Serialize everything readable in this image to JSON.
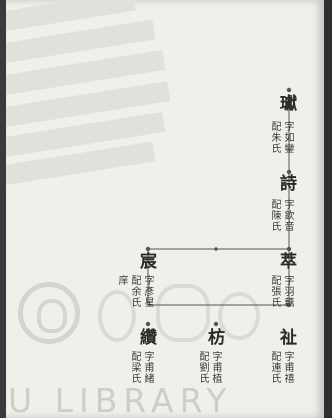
{
  "genealogy": {
    "nodes": {
      "huan": {
        "name": "瓛",
        "note": [
          "字如鑾",
          "配朱氏"
        ]
      },
      "shi": {
        "name": "詩",
        "note": [
          "字欽音",
          "配陳氏"
        ]
      },
      "cui": {
        "name": "萃",
        "note": [
          "字羽藕",
          "配張氏"
        ]
      },
      "chen": {
        "name": "宸",
        "note": [
          "字彥星",
          "配余氏",
          "庠"
        ]
      },
      "zuan": {
        "name": "纘",
        "note": [
          "字甫緒",
          "配梁氏"
        ]
      },
      "fang": {
        "name": "枋",
        "note": [
          "字甫植",
          "配劉氏"
        ]
      },
      "zhi": {
        "name": "祉",
        "note": [
          "字甫禧",
          "配連氏"
        ]
      }
    }
  },
  "watermark": {
    "text": "U LIBRARY"
  }
}
